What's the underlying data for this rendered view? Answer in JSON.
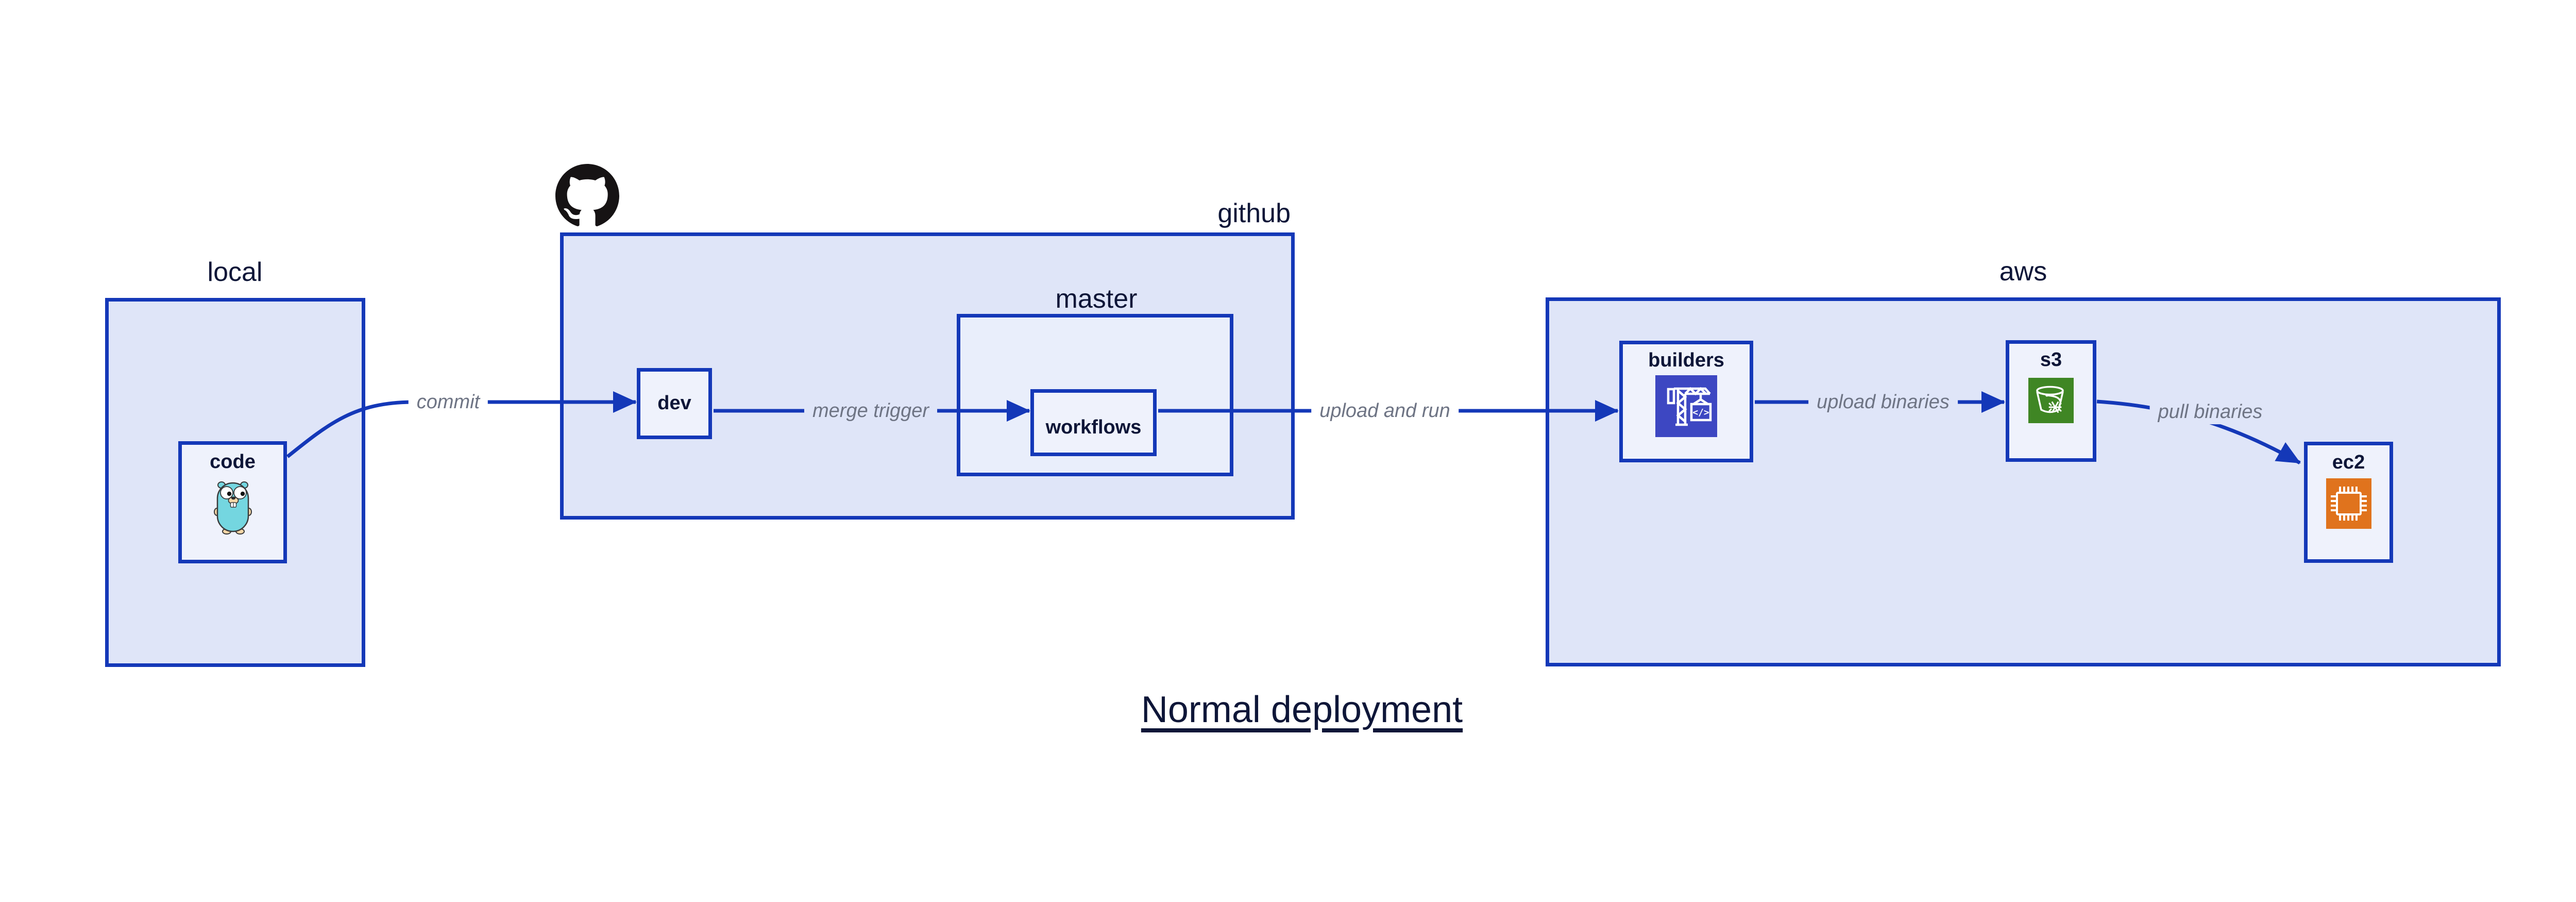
{
  "diagram": {
    "title": "Normal deployment",
    "containers": {
      "local": {
        "label": "local"
      },
      "github": {
        "label": "github"
      },
      "master": {
        "label": "master"
      },
      "aws": {
        "label": "aws"
      }
    },
    "nodes": {
      "code": {
        "label": "code",
        "icon": "go-gopher-icon"
      },
      "dev": {
        "label": "dev"
      },
      "workflows": {
        "label": "workflows"
      },
      "builders": {
        "label": "builders",
        "icon": "aws-codebuild-icon"
      },
      "s3": {
        "label": "s3",
        "icon": "aws-s3-glacier-bucket-icon"
      },
      "ec2": {
        "label": "ec2",
        "icon": "aws-ec2-chip-icon"
      }
    },
    "edges": {
      "commit": {
        "label": "commit",
        "from": "code",
        "to": "dev"
      },
      "merge_trigger": {
        "label": "merge trigger",
        "from": "dev",
        "to": "workflows"
      },
      "upload_and_run": {
        "label": "upload and run",
        "from": "workflows",
        "to": "builders"
      },
      "upload_binaries": {
        "label": "upload binaries",
        "from": "builders",
        "to": "s3"
      },
      "pull_binaries": {
        "label": "pull binaries",
        "from": "s3",
        "to": "ec2"
      }
    },
    "icons": {
      "github_logo": "github-octocat-icon",
      "code_node": "go-gopher-icon",
      "builders_node": "aws-codebuild-icon",
      "s3_node": "aws-s3-glacier-bucket-icon",
      "ec2_node": "aws-ec2-chip-icon"
    },
    "colors": {
      "stroke_blue": "#1438B8",
      "container_fill": "#DFE5F8",
      "inner_container_fill": "#E9EEFB",
      "node_fill": "#EFF2FC",
      "label_navy": "#0E1638",
      "edge_label_gray": "#6E7484",
      "octocat_black": "#161314",
      "gopher_teal": "#74D6E0",
      "codebuild_indigo": "#3D47C2",
      "s3_glacier_green": "#3F8624",
      "ec2_orange": "#E0731D"
    }
  }
}
